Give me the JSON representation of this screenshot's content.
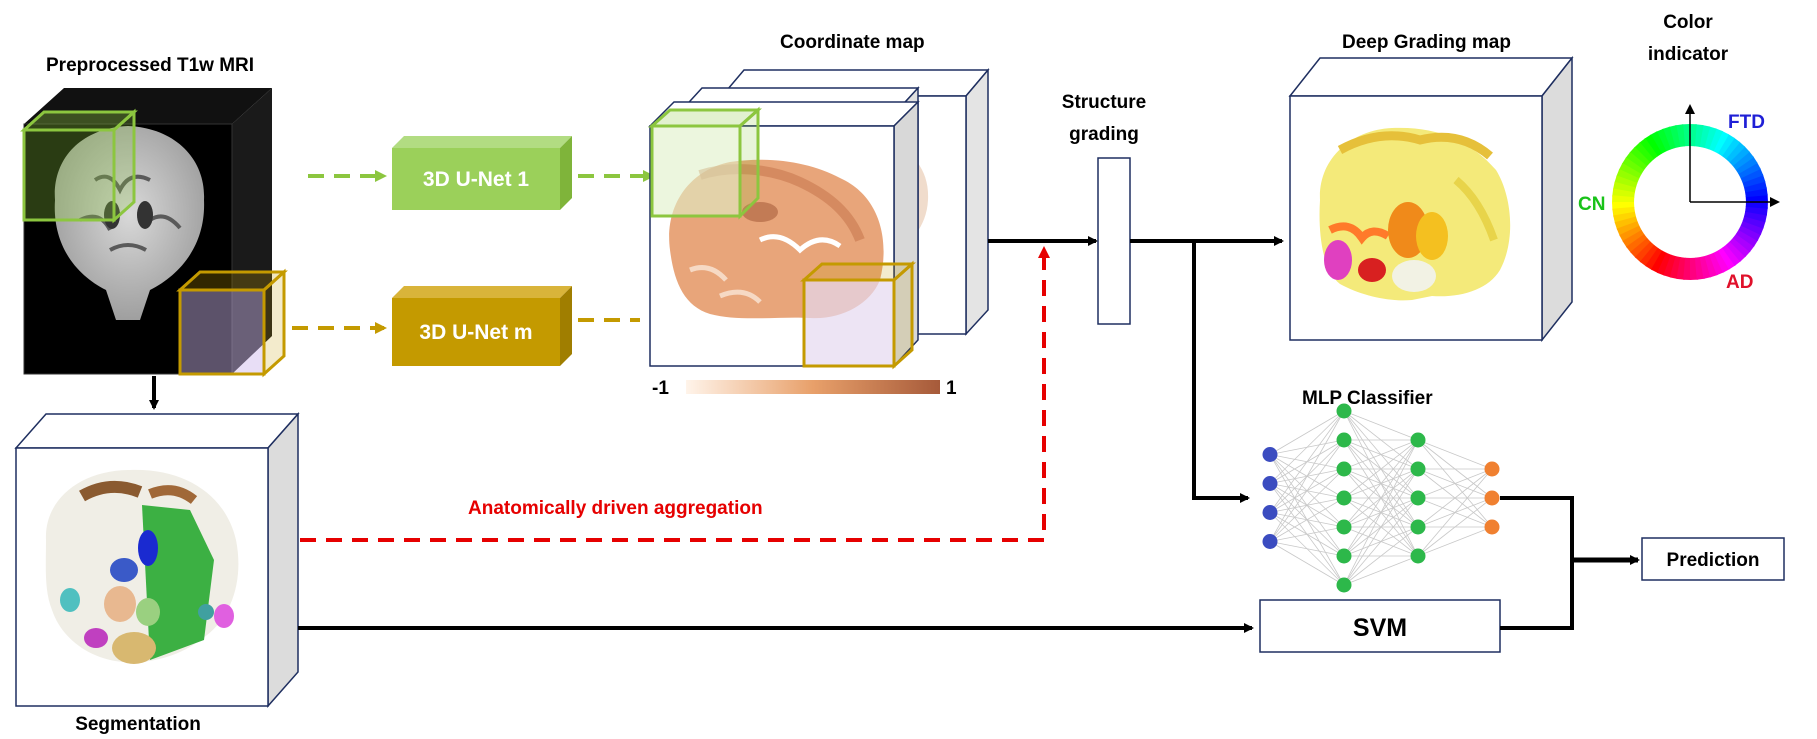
{
  "labels": {
    "preprocessed": "Preprocessed T1w MRI",
    "unet1": "3D U-Net 1",
    "unetm": "3D U-Net m",
    "coordinate_map": "Coordinate map",
    "scale_min": "-1",
    "scale_max": "1",
    "structure_grading_1": "Structure",
    "structure_grading_2": "grading",
    "deep_grading_map": "Deep Grading map",
    "color_indicator_1": "Color",
    "color_indicator_2": "indicator",
    "ftd": "FTD",
    "cn": "CN",
    "ad": "AD",
    "mlp": "MLP Classifier",
    "svm": "SVM",
    "prediction": "Prediction",
    "aggregation": "Anatomically driven aggregation",
    "segmentation": "Segmentation"
  },
  "colors": {
    "unet1": "#8cc63f",
    "unetm": "#c49a00",
    "aggregation": "#e60000",
    "nodes_input": "#3b4cc0",
    "nodes_hidden": "#2db84a",
    "nodes_output": "#f08030",
    "ftd": "#1f1fd6",
    "cn": "#19c219",
    "ad": "#e0102a"
  },
  "mlp_layers": [
    4,
    7,
    5,
    3
  ]
}
